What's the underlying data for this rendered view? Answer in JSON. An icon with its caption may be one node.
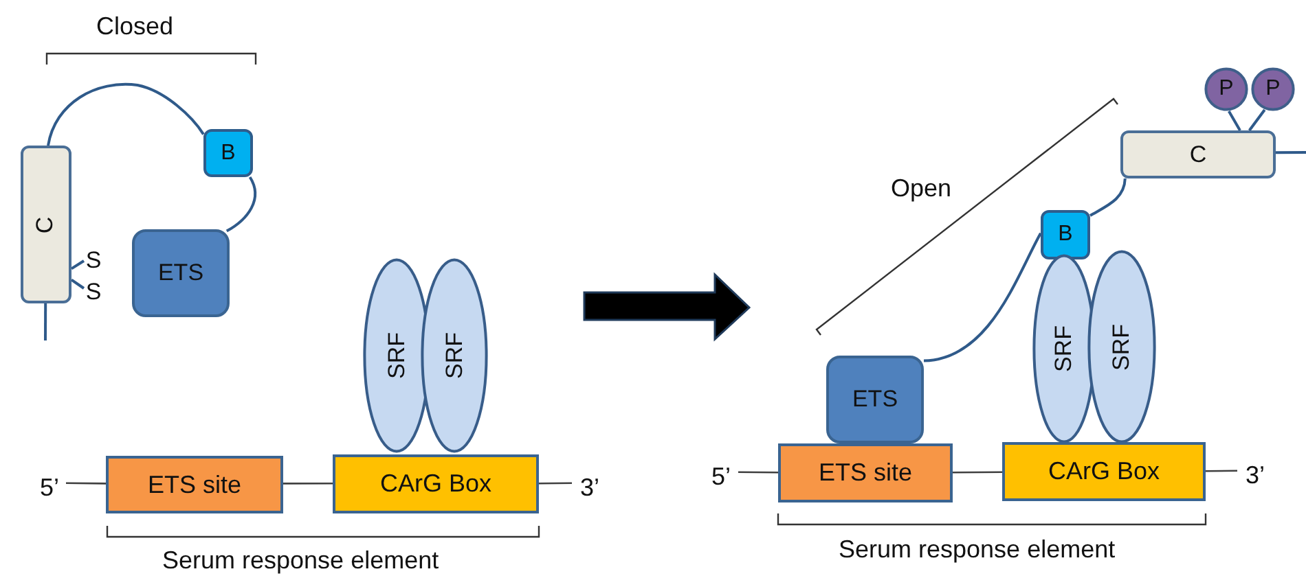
{
  "diagram": {
    "nodes": [
      {
        "text": [
          "C"
        ]
      },
      {
        "text": [
          "B"
        ]
      },
      {
        "text": [
          "S"
        ]
      },
      {
        "text": [
          "S"
        ]
      },
      {
        "text": [
          "ETS"
        ]
      },
      {
        "text": [
          "SRF"
        ]
      },
      {
        "text": [
          "SRF"
        ]
      },
      {
        "text": [
          "5’"
        ]
      },
      {
        "text": [
          "ETS site"
        ]
      },
      {
        "text": [
          "CArG Box"
        ]
      },
      {
        "text": [
          "3’"
        ]
      },
      {
        "text": [
          "P"
        ]
      },
      {
        "text": [
          "P"
        ]
      },
      {
        "text": [
          "C"
        ]
      },
      {
        "text": [
          "B"
        ]
      },
      {
        "text": [
          "ETS"
        ]
      },
      {
        "text": [
          "SRF"
        ]
      },
      {
        "text": [
          "SRF"
        ]
      },
      {
        "text": [
          "5’"
        ]
      },
      {
        "text": [
          "ETS site"
        ]
      },
      {
        "text": [
          "CArG Box"
        ]
      },
      {
        "text": [
          "3’"
        ]
      }
    ],
    "edges": [
      {
        "from": 0,
        "to": 1,
        "arrow": "none"
      },
      {
        "from": 1,
        "to": 4,
        "arrow": "none"
      },
      {
        "from": 0,
        "to": 2,
        "arrow": "none"
      },
      {
        "from": 0,
        "to": 3,
        "arrow": "none"
      },
      {
        "from": 0,
        "to": null,
        "arrow": "none"
      },
      {
        "from": 7,
        "to": 8,
        "arrow": "none",
        "color": "#404040"
      },
      {
        "from": 8,
        "to": 9,
        "arrow": "none",
        "color": "#404040"
      },
      {
        "from": 9,
        "to": 10,
        "arrow": "none",
        "color": "#404040"
      },
      {
        "from": 11,
        "to": 13,
        "arrow": "none"
      },
      {
        "from": 12,
        "to": 13,
        "arrow": "none"
      },
      {
        "from": 13,
        "to": 14,
        "arrow": "none"
      },
      {
        "from": 14,
        "to": 15,
        "arrow": "none"
      },
      {
        "from": 13,
        "to": null,
        "arrow": "none"
      },
      {
        "from": 18,
        "to": 19,
        "arrow": "none",
        "color": "#404040"
      },
      {
        "from": 19,
        "to": 20,
        "arrow": "none",
        "color": "#404040"
      },
      {
        "from": 20,
        "to": 21,
        "arrow": "none",
        "color": "#404040"
      }
    ],
    "labels": [
      "Closed",
      "Open",
      "Serum response element",
      "Serum response element"
    ]
  }
}
